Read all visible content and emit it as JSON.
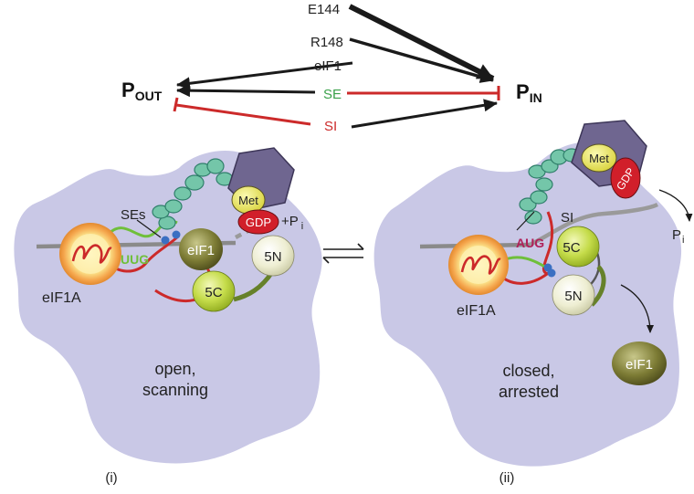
{
  "top": {
    "e144": "E144",
    "r148": "R148",
    "eif1": "eIF1",
    "se": "SE",
    "si": "SI",
    "p_out_main": "P",
    "p_out_sub": "OUT",
    "p_in_main": "P",
    "p_in_sub": "IN"
  },
  "left": {
    "ses": "SEs",
    "uug": "UUG",
    "eif1": "eIF1",
    "met": "Met",
    "gdp": "GDP",
    "pi_plus": "+P",
    "pi_sub": "i",
    "n5": "5N",
    "c5": "5C",
    "eif1a": "eIF1A",
    "state_line1": "open,",
    "state_line2": "scanning",
    "panel": "(i)"
  },
  "right": {
    "met": "Met",
    "gdp": "GDP",
    "si": "SI",
    "aug": "AUG",
    "c5": "5C",
    "n5": "5N",
    "eif1a": "eIF1A",
    "pi_main": "P",
    "pi_sub": "i",
    "eif1": "eIF1",
    "state_line1": "closed,",
    "state_line2": "arrested",
    "panel": "(ii)"
  },
  "colors": {
    "ribosome": "#c9c8e6",
    "black_arrow": "#1a1a1a",
    "red": "#cc2a2a",
    "se_green": "#3aa14a",
    "aug_magenta": "#b0205a",
    "tRNA": "#6ec6a6",
    "hexagon": "#6f6690",
    "met": "#e8e35a",
    "gdp": "#d11f2a",
    "eif1": "#6b6a2c",
    "c5": "#bcd63a",
    "n5": "#ececcf",
    "eif1a_ring": "#f4a24a"
  }
}
